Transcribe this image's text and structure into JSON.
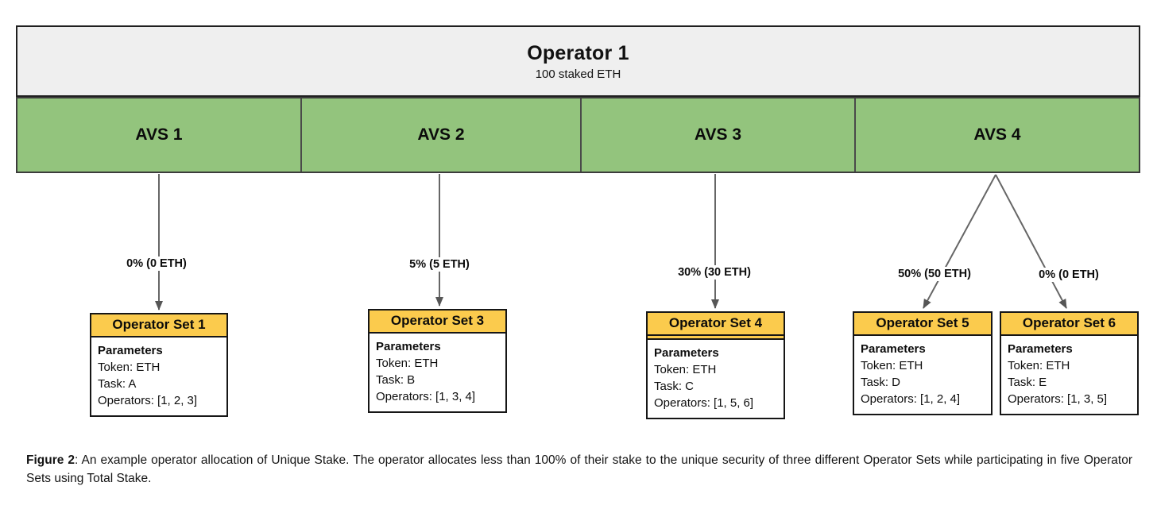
{
  "operator": {
    "title": "Operator 1",
    "subtitle": "100 staked ETH"
  },
  "avs_segments": [
    {
      "label": "AVS 1"
    },
    {
      "label": "AVS 2"
    },
    {
      "label": "AVS 3"
    },
    {
      "label": "AVS 4"
    }
  ],
  "allocations": [
    {
      "label": "0% (0 ETH)",
      "from": "AVS 1",
      "to": "Operator Set 1"
    },
    {
      "label": "5% (5 ETH)",
      "from": "AVS 2",
      "to": "Operator Set 3"
    },
    {
      "label": "30% (30 ETH)",
      "from": "AVS 3",
      "to": "Operator Set 4"
    },
    {
      "label": "50% (50 ETH)",
      "from": "AVS 4",
      "to": "Operator Set 5"
    },
    {
      "label": "0% (0 ETH)",
      "from": "AVS 4",
      "to": "Operator Set 6"
    }
  ],
  "operator_sets": [
    {
      "title": "Operator Set 1",
      "params_heading": "Parameters",
      "token": "Token: ETH",
      "task": "Task: A",
      "operators": "Operators: [1, 2, 3]"
    },
    {
      "title": "Operator Set 3",
      "params_heading": "Parameters",
      "token": "Token: ETH",
      "task": "Task: B",
      "operators": "Operators: [1, 3, 4]"
    },
    {
      "title": "Operator Set 4",
      "params_heading": "Parameters",
      "token": "Token: ETH",
      "task": "Task: C",
      "operators": "Operators: [1, 5, 6]"
    },
    {
      "title": "Operator Set 5",
      "params_heading": "Parameters",
      "token": "Token: ETH",
      "task": "Task: D",
      "operators": "Operators: [1, 2, 4]"
    },
    {
      "title": "Operator Set 6",
      "params_heading": "Parameters",
      "token": "Token: ETH",
      "task": "Task: E",
      "operators": "Operators: [1, 3, 5]"
    }
  ],
  "caption": {
    "label": "Figure 2",
    "text": ": An example operator allocation of Unique Stake. The operator allocates less than 100% of their stake to the unique security of three different Operator Sets while participating in five Operator Sets using Total Stake."
  },
  "colors": {
    "avs_green": "#93C47D",
    "opset_yellow": "#FBCB4D",
    "operator_gray": "#EFEFEF",
    "arrow_gray": "#666666",
    "border_dark": "#1F1F1F"
  }
}
